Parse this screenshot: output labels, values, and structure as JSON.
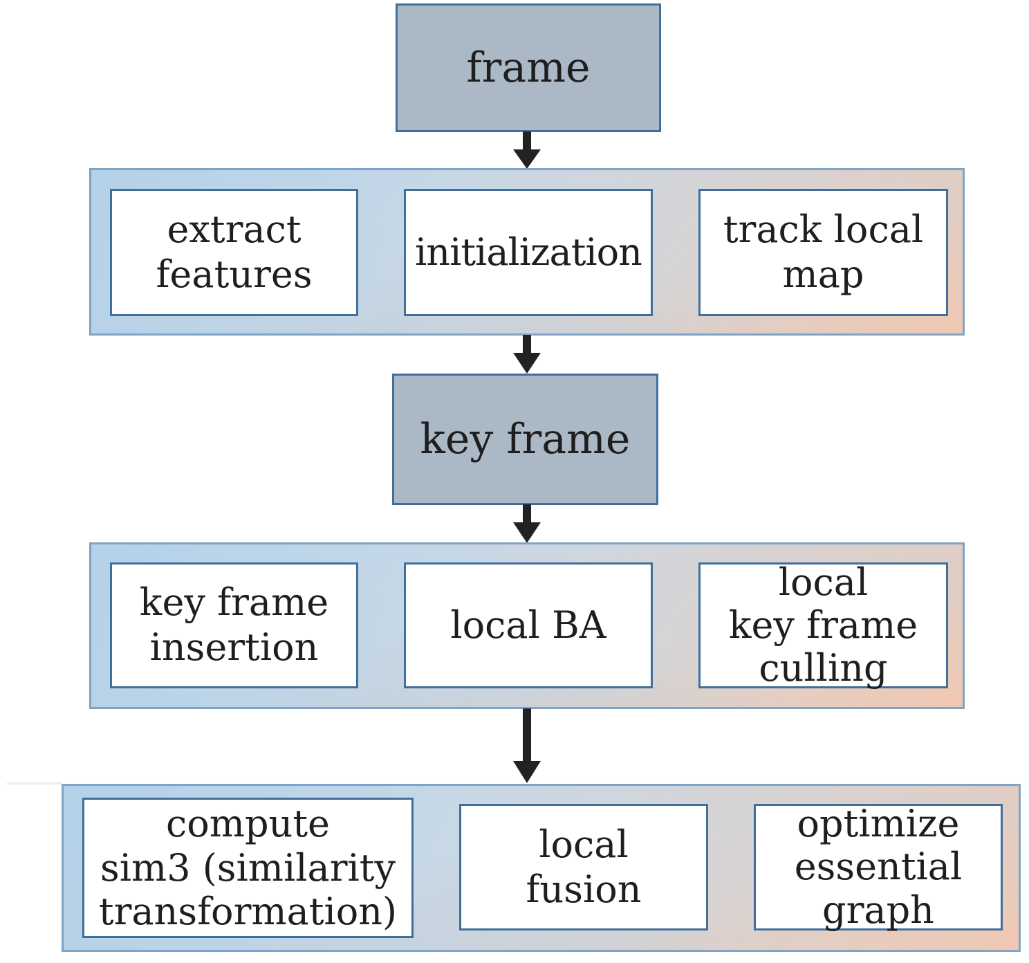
{
  "diagram": {
    "type": "flowchart",
    "nodes": {
      "frame": "frame",
      "key_frame": "key frame"
    },
    "tracking": {
      "extract_features": "extract\nfeatures",
      "initialization": "initialization",
      "track_local_map": "track local\nmap"
    },
    "local_mapping": {
      "key_frame_insertion": "key frame\ninsertion",
      "local_ba": "local BA",
      "local_key_frame_culling": "local\nkey frame\nculling"
    },
    "loop_closing": {
      "compute_sim3": "compute\nsim3 (similarity\ntransformation)",
      "local_fusion": "local\nfusion",
      "optimize_essential_graph": "optimize\nessential\ngraph"
    }
  },
  "colors": {
    "dark_box_fill": "#abb8c6",
    "box_border": "#3f6f9a",
    "group_gradient_blue": "#b6d3ea",
    "group_gradient_peach": "#f1c8b2",
    "arrow": "#222222"
  }
}
